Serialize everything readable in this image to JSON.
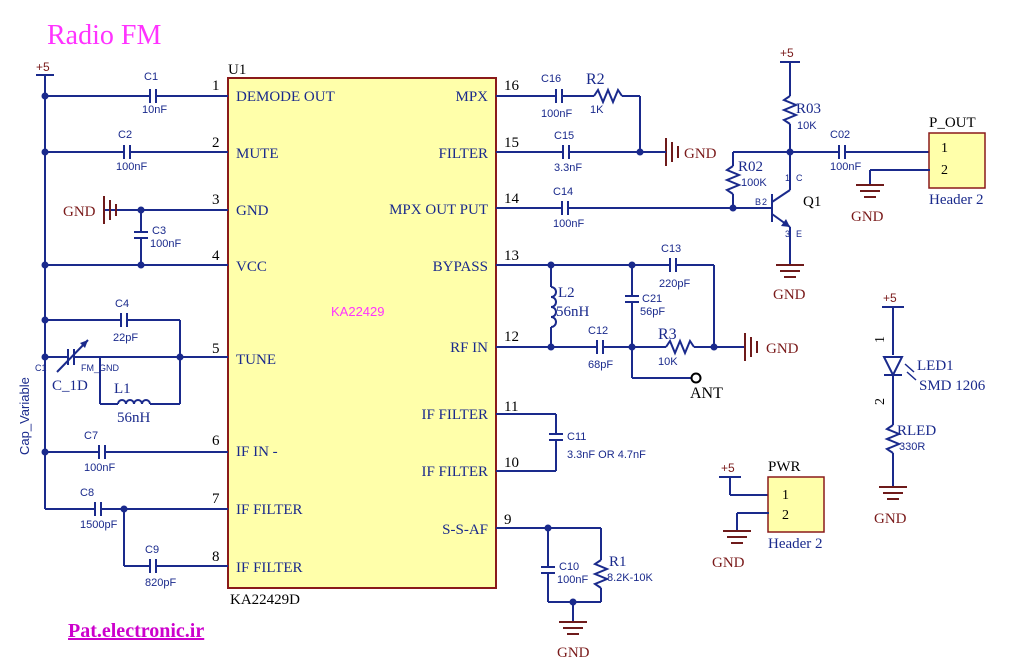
{
  "title": "Radio FM",
  "watermark": "Pat.electronic.ir",
  "ic": {
    "ref": "U1",
    "name": "KA22429",
    "part": "KA22429D",
    "left_pins": [
      {
        "num": "1",
        "name": "DEMODE OUT"
      },
      {
        "num": "2",
        "name": "MUTE"
      },
      {
        "num": "3",
        "name": "GND"
      },
      {
        "num": "4",
        "name": "VCC"
      },
      {
        "num": "5",
        "name": "TUNE"
      },
      {
        "num": "6",
        "name": "IF IN -"
      },
      {
        "num": "7",
        "name": "IF FILTER"
      },
      {
        "num": "8",
        "name": "IF FILTER"
      }
    ],
    "right_pins": [
      {
        "num": "16",
        "name": "MPX"
      },
      {
        "num": "15",
        "name": "FILTER"
      },
      {
        "num": "14",
        "name": "MPX OUT PUT"
      },
      {
        "num": "13",
        "name": "BYPASS"
      },
      {
        "num": "12",
        "name": "RF IN"
      },
      {
        "num": "11",
        "name": "IF  FILTER"
      },
      {
        "num": "10",
        "name": "IF  FILTER"
      },
      {
        "num": "9",
        "name": "S-S-AF"
      }
    ]
  },
  "power": {
    "plus5": "+5",
    "gnd": "GND"
  },
  "components": {
    "c1": {
      "ref": "C1",
      "value": "10nF"
    },
    "c2": {
      "ref": "C2",
      "value": "100nF"
    },
    "c3": {
      "ref": "C3",
      "value": "100nF"
    },
    "c4": {
      "ref": "C4",
      "value": "22pF"
    },
    "c1var": {
      "ref": "C1",
      "extra": "FM_GND",
      "name": "C_1D",
      "side": "Cap_Variable"
    },
    "l1": {
      "ref": "L1",
      "value": "56nH"
    },
    "c7": {
      "ref": "C7",
      "value": "100nF"
    },
    "c8": {
      "ref": "C8",
      "value": "1500pF"
    },
    "c9": {
      "ref": "C9",
      "value": "820pF"
    },
    "c16": {
      "ref": "C16",
      "value": "100nF"
    },
    "r2": {
      "ref": "R2",
      "value": "1K"
    },
    "c15": {
      "ref": "C15",
      "value": "3.3nF"
    },
    "c14": {
      "ref": "C14",
      "value": "100nF"
    },
    "c13": {
      "ref": "C13",
      "value": "220pF"
    },
    "l2": {
      "ref": "L2",
      "value": "56nH"
    },
    "c21": {
      "ref": "C21",
      "value": "56pF"
    },
    "c12": {
      "ref": "C12",
      "value": "68pF"
    },
    "r3": {
      "ref": "R3",
      "value": "10K"
    },
    "ant": {
      "label": "ANT"
    },
    "c11": {
      "ref": "C11",
      "value": "3.3nF OR 4.7nF"
    },
    "c10": {
      "ref": "C10",
      "value": "100nF"
    },
    "r1": {
      "ref": "R1",
      "value": "8.2K-10K"
    },
    "r03": {
      "ref": "R03",
      "value": "10K"
    },
    "r02": {
      "ref": "R02",
      "value": "100K"
    },
    "c02": {
      "ref": "C02",
      "value": "100nF"
    },
    "q1": {
      "ref": "Q1",
      "b": "B",
      "b_num": "2",
      "c": "C",
      "c_num": "1",
      "e": "E",
      "e_num": "3"
    },
    "led1": {
      "ref": "LED1",
      "value": "SMD 1206",
      "pin1": "1",
      "pin2": "2"
    },
    "rled": {
      "ref": "RLED",
      "value": "330R"
    }
  },
  "headers": {
    "p_out": {
      "ref": "P_OUT",
      "pins": [
        "1",
        "2"
      ],
      "name": "Header 2"
    },
    "pwr": {
      "ref": "PWR",
      "pins": [
        "1",
        "2"
      ],
      "name": "Header 2"
    }
  },
  "colors": {
    "wire": "#1a2a8c",
    "ic_fill": "#ffffaa",
    "ground": "#6e1a1a",
    "title": "#ff33ff",
    "watermark": "#cc00cc"
  }
}
